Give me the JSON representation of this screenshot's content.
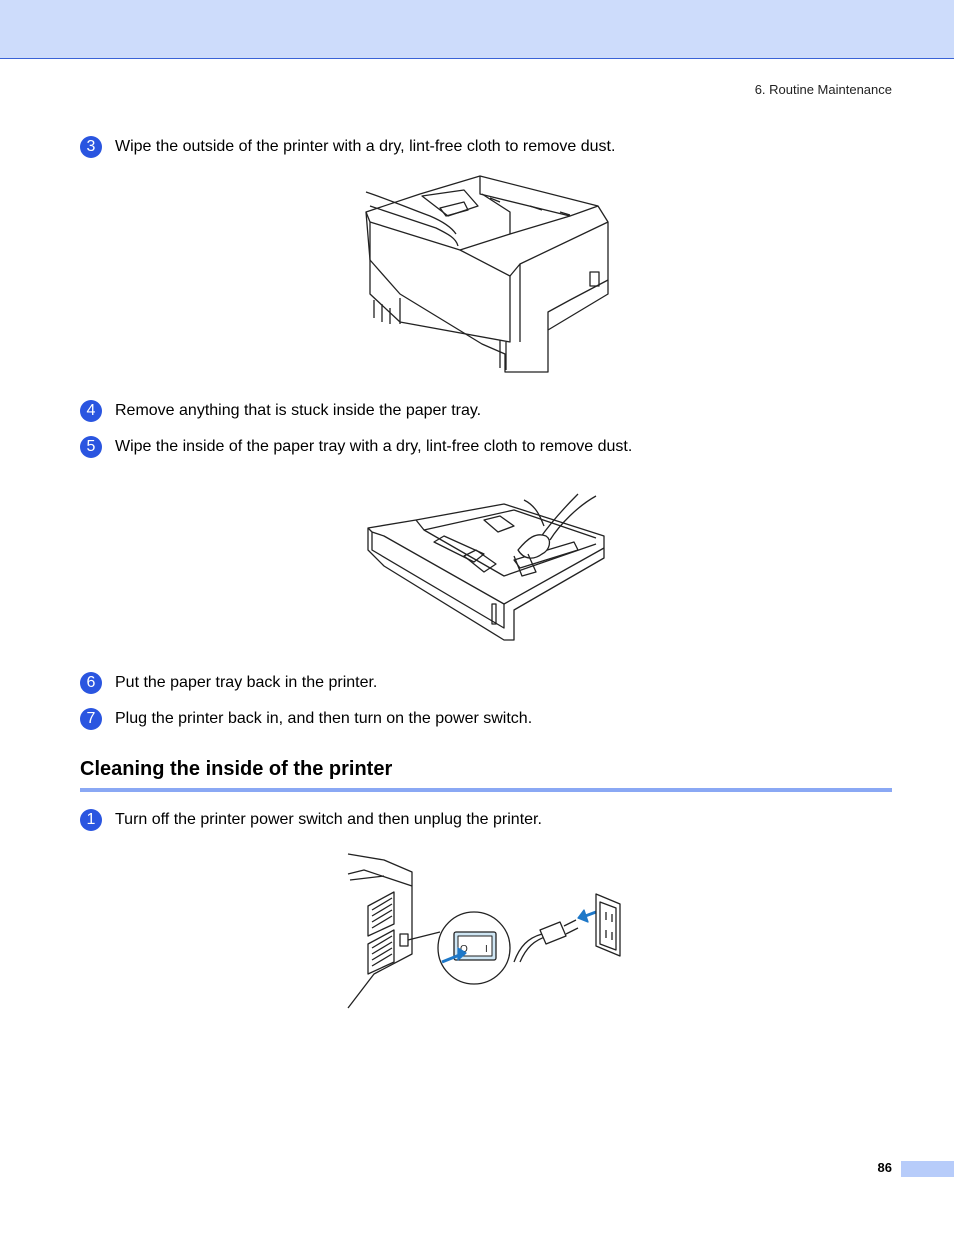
{
  "header": {
    "section": "6. Routine Maintenance"
  },
  "steps_a": [
    {
      "num": "3",
      "text": "Wipe the outside of the printer with a dry, lint-free cloth to remove dust."
    },
    {
      "num": "4",
      "text": "Remove anything that is stuck inside the paper tray."
    },
    {
      "num": "5",
      "text": "Wipe the inside of the paper tray with a dry, lint-free cloth to remove dust."
    },
    {
      "num": "6",
      "text": "Put the paper tray back in the printer."
    },
    {
      "num": "7",
      "text": "Plug the printer back in, and then turn on the power switch."
    }
  ],
  "section": {
    "title": "Cleaning the inside of the printer",
    "steps": [
      {
        "num": "1",
        "text": "Turn off the printer power switch and then unplug the printer."
      }
    ]
  },
  "switch_labels": {
    "off": "O",
    "on": "I"
  },
  "footer": {
    "page_number": "86"
  },
  "colors": {
    "badge": "#2a55e0",
    "header_band": "#cddcfb",
    "rule": "#8aa8f4"
  }
}
